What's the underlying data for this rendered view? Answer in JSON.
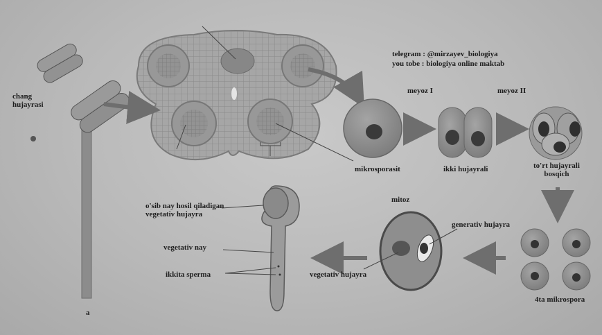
{
  "labels": {
    "chang_hujayrasi": "chang\nhujayrasi",
    "telegram": "telegram : @mirzayev_biologiya",
    "youtube": "you tobe : biologiya online maktab",
    "meoz_1": "meyoz I",
    "meoz_2": "meyoz II",
    "mikrosporasit": "mikrosporasit",
    "ikki_hujayrali": "ikki hujayrali",
    "tort_hujayrali": "to'rt hujayrali\nbosqich",
    "mitoz": "mitoz",
    "generativ_hujayra": "generativ hujayra",
    "vegetativ_hujayra": "vegetativ hujayra",
    "tort_mikrospora": "4ta mikrospora",
    "osib_nay": "o'sib nay hosil qiladigan\nvegetativ hujayra",
    "vegetativ_nay": "vegetativ nay",
    "ikkita_sperma": "ikkita sperma",
    "panel_a": "a"
  },
  "colors": {
    "cell_fill": "#8f8f8f",
    "nucleus": "#3a3a3a",
    "anther_tissue": "#a3a3a3",
    "arrow": "#6e6e6e",
    "background": "#bdbdbd"
  }
}
